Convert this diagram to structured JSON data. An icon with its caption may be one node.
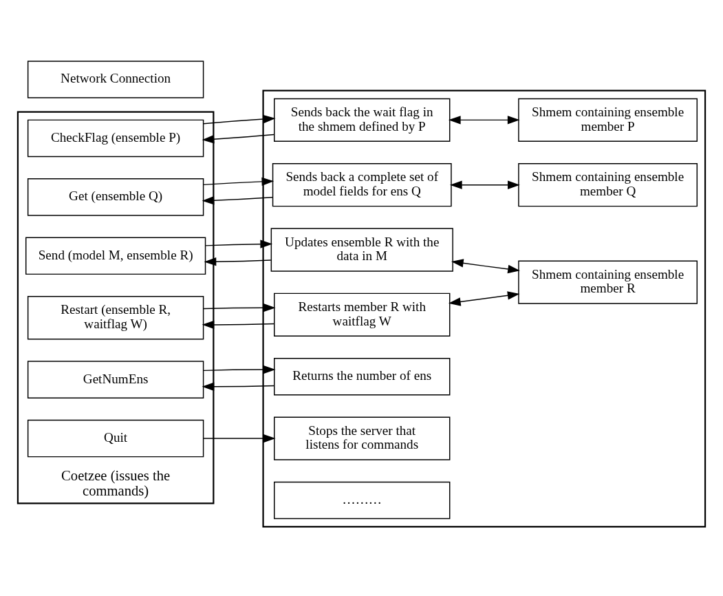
{
  "diagram": {
    "nodes": [
      {
        "text": [
          "Coetzee (issues the commands)"
        ]
      },
      {
        "text": [
          "CheckFlag (ensemble P)"
        ],
        "in": 0
      },
      {
        "text": [
          "Get (ensemble Q)"
        ],
        "in": 0
      },
      {
        "text": [
          "Send (model M, ensemble R)"
        ],
        "in": 0
      },
      {
        "text": [
          "Restart (ensemble R, waitflag W)"
        ],
        "in": 0
      },
      {
        "text": [
          "GetNumEns"
        ],
        "in": 0
      },
      {
        "text": [
          "Quit"
        ],
        "in": 0
      },
      {
        "text": [],
        "shape": "box"
      },
      {
        "text": [
          "Sends back the wait flag in the shmem defined by P"
        ],
        "in": 7
      },
      {
        "text": [
          "Sends back a complete set of model fields for ens Q"
        ],
        "in": 7
      },
      {
        "text": [
          "Updates ensemble R with the data in M"
        ],
        "in": 7
      },
      {
        "text": [
          "Restarts member R with waitflag W"
        ],
        "in": 7
      },
      {
        "text": [
          "Returns the number of ens"
        ],
        "in": 7
      },
      {
        "text": [
          "Stops the server that listens for commands"
        ],
        "in": 7
      },
      {
        "text": [
          "Shmem containing ensemble member P"
        ],
        "in": 7
      },
      {
        "text": [
          "Shmem containing ensemble member Q"
        ],
        "in": 7
      },
      {
        "text": [
          "Shmem containing ensemble member R"
        ],
        "in": 7
      },
      {
        "text": [
          "………"
        ],
        "in": 7
      },
      {
        "text": [
          "Network Connection"
        ]
      }
    ],
    "edges": [
      {
        "from": 1,
        "to": 8,
        "arrow": "to"
      },
      {
        "from": 8,
        "to": 1,
        "arrow": "to"
      },
      {
        "from": 2,
        "to": 9,
        "arrow": "to"
      },
      {
        "from": 9,
        "to": 2,
        "arrow": "to"
      },
      {
        "from": 3,
        "to": 10,
        "arrow": "to"
      },
      {
        "from": 10,
        "to": 3,
        "arrow": "to"
      },
      {
        "from": 4,
        "to": 11,
        "arrow": "to"
      },
      {
        "from": 11,
        "to": 4,
        "arrow": "to"
      },
      {
        "from": 5,
        "to": 12,
        "arrow": "to"
      },
      {
        "from": 12,
        "to": 5,
        "arrow": "to"
      },
      {
        "from": 6,
        "to": 13,
        "arrow": "to"
      },
      {
        "from": 8,
        "to": 14,
        "arrow": "both"
      },
      {
        "from": 9,
        "to": 15,
        "arrow": "both"
      },
      {
        "from": 10,
        "to": 16,
        "arrow": "both"
      },
      {
        "from": 11,
        "to": 16,
        "arrow": "both"
      }
    ]
  }
}
